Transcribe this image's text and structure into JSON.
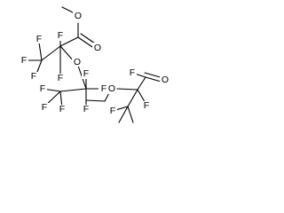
{
  "atom_labels": {
    "f1": "F",
    "f2": "F",
    "f3": "F",
    "f4": "F",
    "f5": "F",
    "f6": "F",
    "f7": "F",
    "f8": "F",
    "f9": "F",
    "f10": "F",
    "f11": "F",
    "f12": "F",
    "f13": "F",
    "f14": "F",
    "o_carbonyl_top": "O",
    "o_ester": "O",
    "o_ether_1": "O",
    "o_ether_2": "O",
    "o_carbonyl_right": "O"
  }
}
